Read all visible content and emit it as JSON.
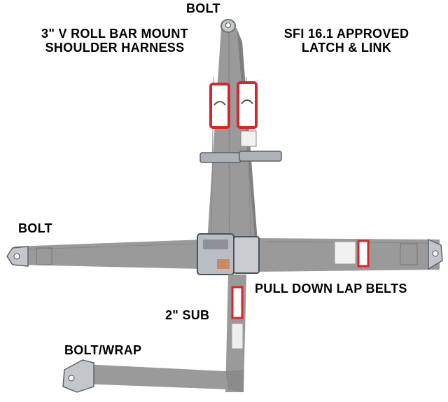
{
  "labels": {
    "bolt_top": "BOLT",
    "harness_line1": "3\" V ROLL BAR MOUNT",
    "harness_line2": "SHOULDER HARNESS",
    "sfi_line1": "SFI 16.1 APPROVED",
    "sfi_line2": "LATCH & LINK",
    "bolt_left": "BOLT",
    "pull_down": "PULL DOWN LAP BELTS",
    "sub": "2\" SUB",
    "bolt_wrap": "BOLT/WRAP"
  },
  "colors": {
    "webbing": "#9a9a9a",
    "webbing_shadow": "#7c7c7c",
    "tag_red": "#d8262c",
    "metal": "#b9bec4",
    "text": "#000000",
    "background": "#ffffff"
  }
}
